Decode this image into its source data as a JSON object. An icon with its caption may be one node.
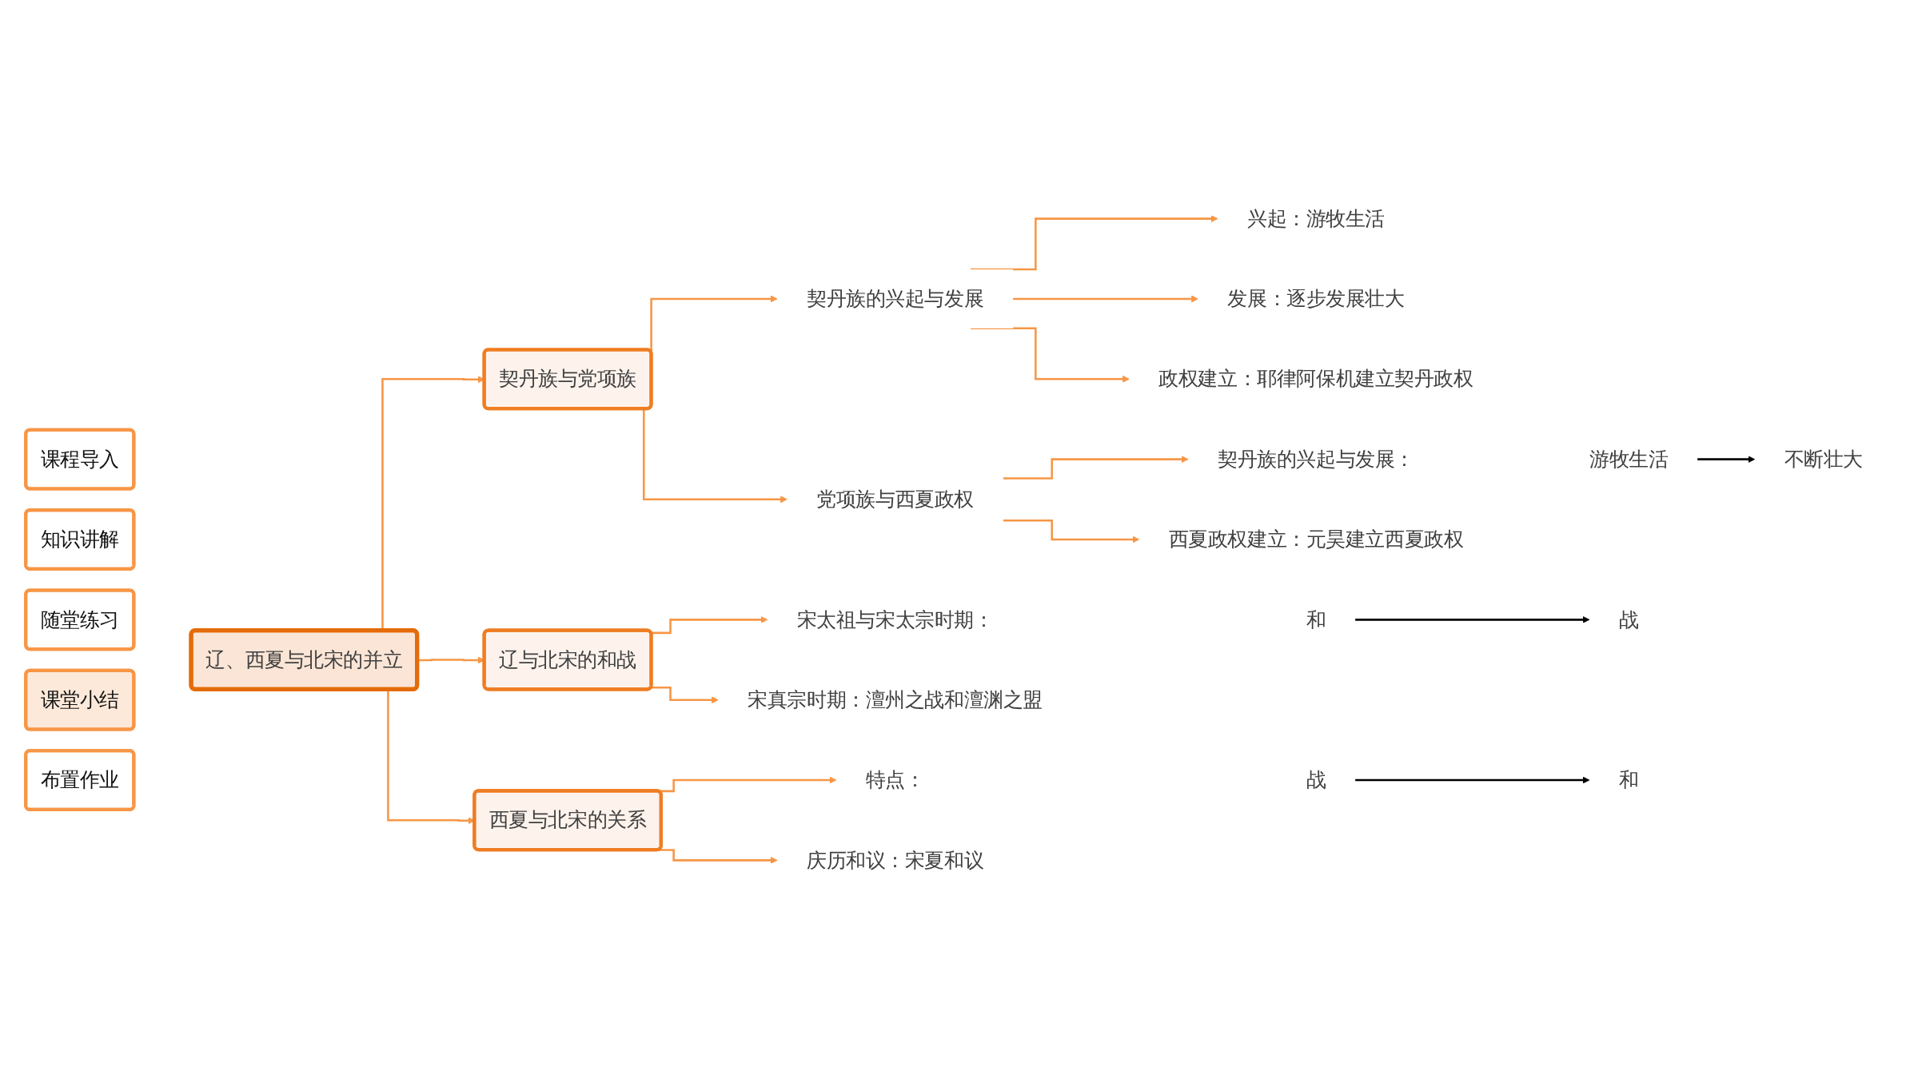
{
  "diagram": {
    "nodes": [
      {
        "text": [
          "课程导入"
        ]
      },
      {
        "text": [
          "知识讲解"
        ]
      },
      {
        "text": [
          "随堂练习"
        ]
      },
      {
        "text": [
          "课堂小结"
        ]
      },
      {
        "text": [
          "布置作业"
        ]
      },
      {
        "text": [
          "辽、西夏与北宋的并立"
        ]
      },
      {
        "text": [
          "契丹族与党项族"
        ]
      },
      {
        "text": [
          "辽与北宋的和战"
        ]
      },
      {
        "text": [
          "西夏与北宋的关系"
        ]
      },
      {
        "text": [
          "契丹族的兴起与发展"
        ]
      },
      {
        "text": [
          "党项族与西夏政权"
        ]
      },
      {
        "text": [
          "兴起：游牧生活"
        ]
      },
      {
        "text": [
          "发展：逐步发展壮大"
        ]
      },
      {
        "text": [
          "政权建立：耶律阿保机建立契丹政权"
        ]
      },
      {
        "text": [
          "契丹族的兴起与发展："
        ]
      },
      {
        "text": [
          "游牧生活"
        ]
      },
      {
        "text": [
          "不断壮大"
        ]
      },
      {
        "text": [
          "西夏政权建立：元昊建立西夏政权"
        ]
      },
      {
        "text": [
          "宋太祖与宋太宗时期："
        ]
      },
      {
        "text": [
          "和"
        ]
      },
      {
        "text": [
          "战"
        ]
      },
      {
        "text": [
          "宋真宗时期：澶州之战和澶渊之盟"
        ]
      },
      {
        "text": [
          "特点："
        ]
      },
      {
        "text": [
          "战"
        ]
      },
      {
        "text": [
          "和"
        ]
      },
      {
        "text": [
          "庆历和议：宋夏和议"
        ]
      }
    ],
    "edges": [
      {
        "from": 5,
        "to": 6,
        "arrow": "to"
      },
      {
        "from": 5,
        "to": 7,
        "arrow": "to"
      },
      {
        "from": 5,
        "to": 8,
        "arrow": "to"
      },
      {
        "from": 6,
        "to": 9,
        "arrow": "to"
      },
      {
        "from": 6,
        "to": 10,
        "arrow": "to"
      },
      {
        "from": 9,
        "to": 11,
        "arrow": "to"
      },
      {
        "from": 9,
        "to": 12,
        "arrow": "to"
      },
      {
        "from": 9,
        "to": 13,
        "arrow": "to"
      },
      {
        "from": 10,
        "to": 14,
        "arrow": "to"
      },
      {
        "from": 10,
        "to": 17,
        "arrow": "to"
      },
      {
        "from": 15,
        "to": 16,
        "arrow": "to",
        "color": "#000000"
      },
      {
        "from": 7,
        "to": 18,
        "arrow": "to"
      },
      {
        "from": 7,
        "to": 21,
        "arrow": "to"
      },
      {
        "from": 19,
        "to": 20,
        "arrow": "to",
        "color": "#000000"
      },
      {
        "from": 8,
        "to": 22,
        "arrow": "to"
      },
      {
        "from": 8,
        "to": 25,
        "arrow": "to"
      },
      {
        "from": 23,
        "to": 24,
        "arrow": "to",
        "color": "#000000"
      }
    ]
  }
}
